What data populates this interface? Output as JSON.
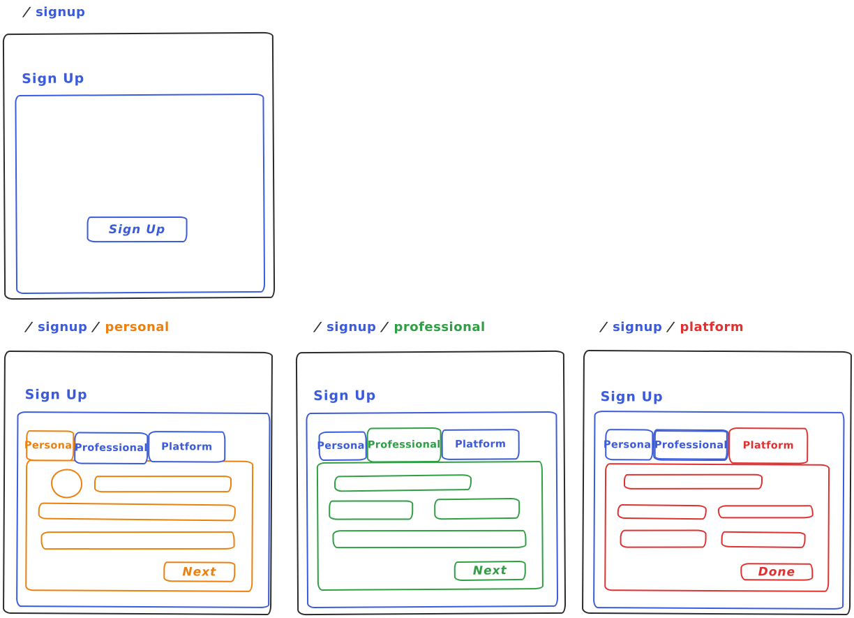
{
  "colors": {
    "blue": "#3b5bdb",
    "orange": "#ec800f",
    "green": "#2f9e44",
    "red": "#e03131",
    "ink": "#2b2b2b"
  },
  "screens": [
    {
      "path": [
        "/",
        "signup"
      ],
      "title": "Sign Up",
      "button_label": "Sign Up"
    },
    {
      "path": [
        "/",
        "signup",
        "/",
        "personal"
      ],
      "title": "Sign Up",
      "tabs": [
        "Personal",
        "Professional",
        "Platform"
      ],
      "active_tab": "Personal",
      "button_label": "Next"
    },
    {
      "path": [
        "/",
        "signup",
        "/",
        "professional"
      ],
      "title": "Sign Up",
      "tabs": [
        "Personal",
        "Professional",
        "Platform"
      ],
      "active_tab": "Professional",
      "button_label": "Next"
    },
    {
      "path": [
        "/",
        "signup",
        "/",
        "platform"
      ],
      "title": "Sign Up",
      "tabs": [
        "Personal",
        "Professional",
        "Platform"
      ],
      "active_tab": "Platform",
      "button_label": "Done"
    }
  ]
}
